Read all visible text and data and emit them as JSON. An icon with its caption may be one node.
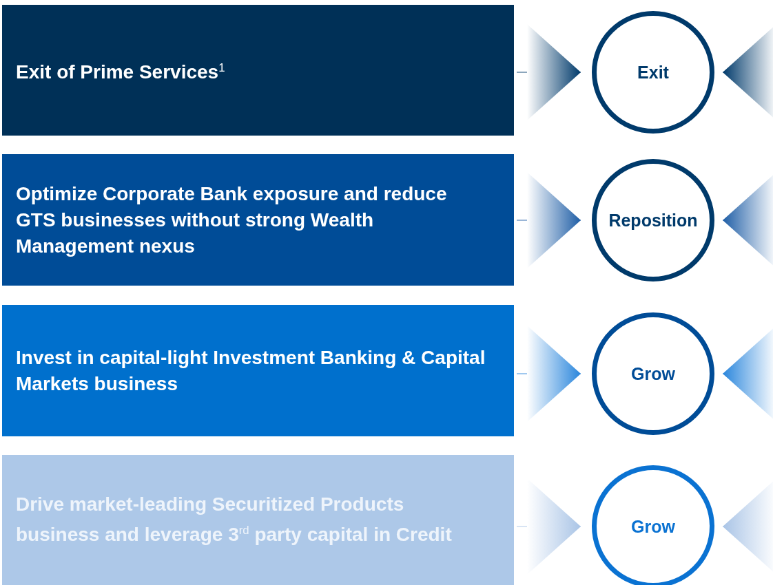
{
  "diagram": {
    "nodes": [
      {
        "text": [
          "Exit of Prime Services$^{1}$"
        ]
      },
      {
        "text": [
          "Exit"
        ]
      },
      {
        "text": [
          "Optimize Corporate Bank exposure and reduce GTS businesses without strong Wealth Management nexus"
        ]
      },
      {
        "text": [
          "Reposition"
        ]
      },
      {
        "text": [
          "Invest in capital-light Investment Banking & Capital Markets business"
        ]
      },
      {
        "text": [
          "Grow"
        ]
      },
      {
        "text": [
          "Drive market-leading Securitized Products business and leverage 3$^{rd}$ party capital in Credit"
        ]
      },
      {
        "text": [
          "Grow"
        ]
      }
    ],
    "edges": [
      {
        "from": 0,
        "to": 1,
        "arrow": "to",
        "color": "#003a6b"
      },
      {
        "from": null,
        "to": 1,
        "arrow": "to",
        "color": "#003a6b"
      },
      {
        "from": 2,
        "to": 3,
        "arrow": "to",
        "color": "#1f5ea6"
      },
      {
        "from": null,
        "to": 3,
        "arrow": "to",
        "color": "#1f5ea6"
      },
      {
        "from": 4,
        "to": 5,
        "arrow": "to",
        "color": "#2a86dc"
      },
      {
        "from": null,
        "to": 5,
        "arrow": "to",
        "color": "#2a86dc"
      },
      {
        "from": 6,
        "to": 7,
        "arrow": "to",
        "color": "#a9c4e6"
      },
      {
        "from": null,
        "to": 7,
        "arrow": "to",
        "color": "#a9c4e6"
      }
    ]
  }
}
